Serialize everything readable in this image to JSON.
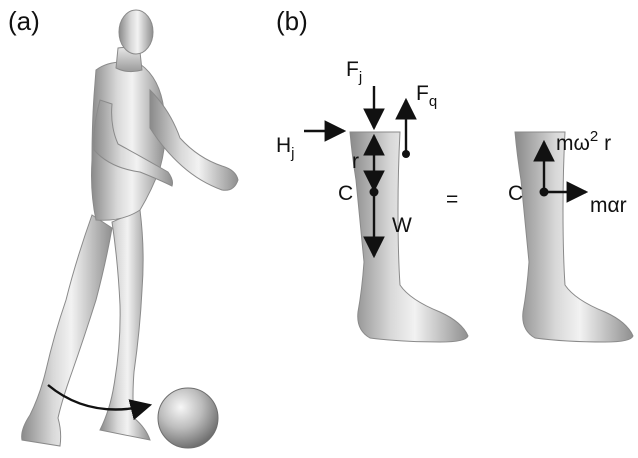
{
  "panels": {
    "a_label": "(a)",
    "b_label": "(b)"
  },
  "forces": {
    "fj_main": "F",
    "fj_sub": "j",
    "fq_main": "F",
    "fq_sub": "q",
    "hj_main": "H",
    "hj_sub": "j",
    "r": "r",
    "c_left": "C",
    "w": "W",
    "equals": "=",
    "c_right": "C",
    "centripetal_pre": "mω",
    "centripetal_exp": "2",
    "centripetal_post": " r",
    "tangential": "mαr"
  },
  "colors": {
    "body_light": "#eeeeee",
    "body_mid": "#bdbdbd",
    "body_dark": "#7d7d7d",
    "ink": "#111111"
  }
}
